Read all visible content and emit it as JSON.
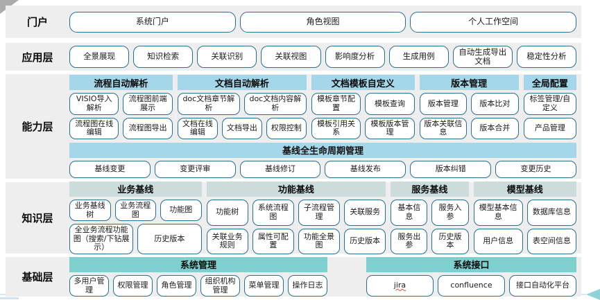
{
  "colors": {
    "band_background": "#eeeeee",
    "capability_header_blue": "#a4d7ea",
    "knowledge_header_gray_teal": "#cbdcdb",
    "foundation_header_teal": "#7ed0cf",
    "button_border_teal": "#26708f",
    "spellcheck_red": "#e04b3f",
    "bottom_accent_line": "#d9e8f3",
    "bottom_arrow_teal": "#8fd3d9"
  },
  "spellcheck_flagged": [
    "jira"
  ],
  "layers": {
    "portal": {
      "label": "门户",
      "buttons": [
        "系统门户",
        "角色视图",
        "个人工作空间"
      ]
    },
    "application": {
      "label": "应用层",
      "buttons": [
        "全景展现",
        "知识检索",
        "关联识别",
        "关联视图",
        "影响度分析",
        "生成用例",
        "自动生成导出文档",
        "稳定性分析"
      ]
    },
    "capability": {
      "label": "能力层",
      "groups": [
        {
          "title": "流程自动解析",
          "rows": [
            [
              "VISIO导入解析",
              "流程图前端展示"
            ],
            [
              "流程图在线编辑",
              "流程图导出"
            ]
          ]
        },
        {
          "title": "文档自动解析",
          "rows": [
            [
              "doc文档章节解析",
              "doc文档内容解析"
            ],
            [
              "文档在线编辑",
              "文档导出",
              "权限控制"
            ]
          ]
        },
        {
          "title": "文档模板自定义",
          "rows": [
            [
              "模板章节配置",
              "模板查询"
            ],
            [
              "模板引用关系",
              "模板版本管理"
            ]
          ]
        },
        {
          "title": "版本管理",
          "rows": [
            [
              "版本管理",
              "版本比对"
            ],
            [
              "版本关联信息",
              "版本合并"
            ]
          ]
        },
        {
          "title": "全局配置",
          "rows": [
            [
              "标签管理/自定义"
            ],
            [
              "产品管理"
            ]
          ]
        }
      ],
      "baseline": {
        "title": "基线全生命周期管理",
        "buttons": [
          "基线变更",
          "变更评审",
          "基线修订",
          "基线发布",
          "版本纠错",
          "变更历史"
        ]
      }
    },
    "knowledge": {
      "label": "知识层",
      "groups": [
        {
          "title": "业务基线",
          "rows": [
            [
              "业务基线树",
              "业务流程图",
              "功能图"
            ],
            [
              "全业务流程功能图（搜索/下钻展示）",
              "历史版本"
            ]
          ]
        },
        {
          "title": "功能基线",
          "rows": [
            [
              "功能树",
              "系统流程图",
              "子流程管理",
              "关联服务"
            ],
            [
              "关联业务规则",
              "属性可配置",
              "功能全景图",
              "历史版本"
            ]
          ]
        },
        {
          "title": "服务基线",
          "rows": [
            [
              "基本信息",
              "服务入参"
            ],
            [
              "服务出参",
              "历史版本"
            ]
          ]
        },
        {
          "title": "模型基线",
          "rows": [
            [
              "模型基本信息",
              "数据库信息"
            ],
            [
              "用户信息",
              "表空间信息"
            ]
          ]
        }
      ]
    },
    "foundation": {
      "label": "基础层",
      "groups": [
        {
          "title": "系统管理",
          "rows": [
            [
              "多用户管理",
              "权限管理",
              "角色管理",
              "组织机构管理",
              "菜单管理",
              "操作日志"
            ]
          ]
        },
        {
          "title": "系统接口",
          "rows": [
            [
              "jira",
              "confluence",
              "接口自动化平台"
            ]
          ]
        }
      ]
    }
  }
}
